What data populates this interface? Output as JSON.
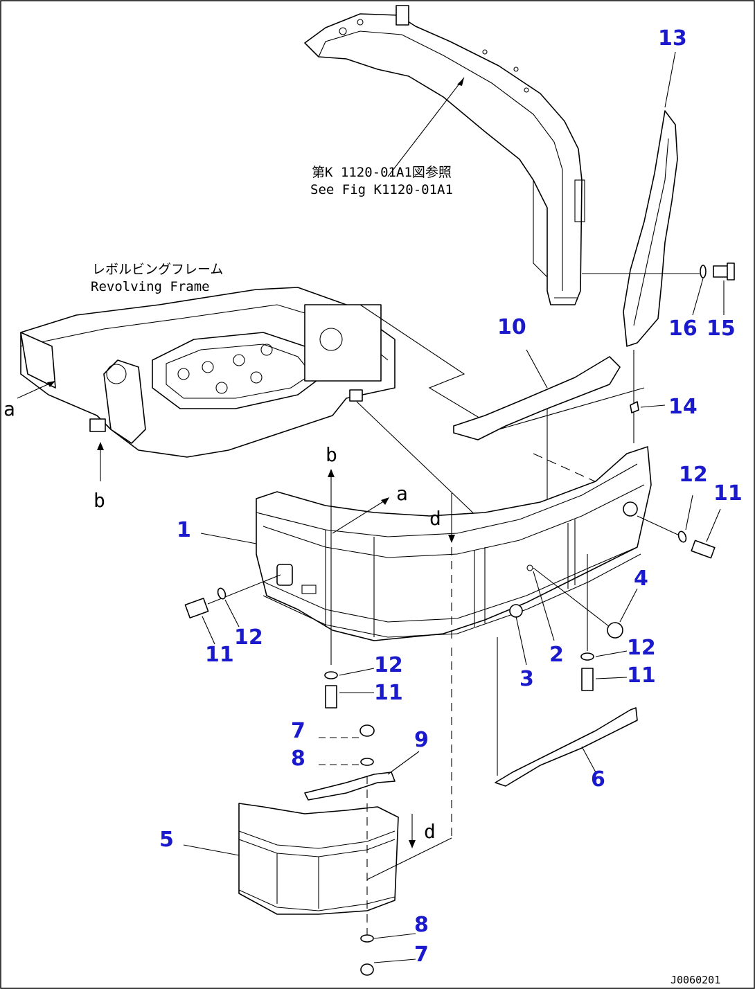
{
  "notes": {
    "upper_jp": "第K 1120-01A1図参照",
    "upper_en": "See Fig K1120-01A1",
    "frame_jp": "レボルビングフレーム",
    "frame_en": "Revolving Frame"
  },
  "letters": {
    "a_left": "a",
    "a_mid": "a",
    "b_upper": "b",
    "b_left": "b",
    "d_upper": "d",
    "d_lower": "d"
  },
  "callouts": {
    "c1": "1",
    "c2": "2",
    "c3": "3",
    "c4": "4",
    "c5": "5",
    "c6": "6",
    "c7a": "7",
    "c7b": "7",
    "c8a": "8",
    "c8b": "8",
    "c9": "9",
    "c10": "10",
    "c11a": "11",
    "c11b": "11",
    "c11c": "11",
    "c11d": "11",
    "c12a": "12",
    "c12b": "12",
    "c12c": "12",
    "c12d": "12",
    "c13": "13",
    "c14": "14",
    "c15": "15",
    "c16": "16"
  },
  "drawing_code": "J0060201",
  "colors": {
    "callout": "#1a1acc",
    "line": "#000000"
  }
}
